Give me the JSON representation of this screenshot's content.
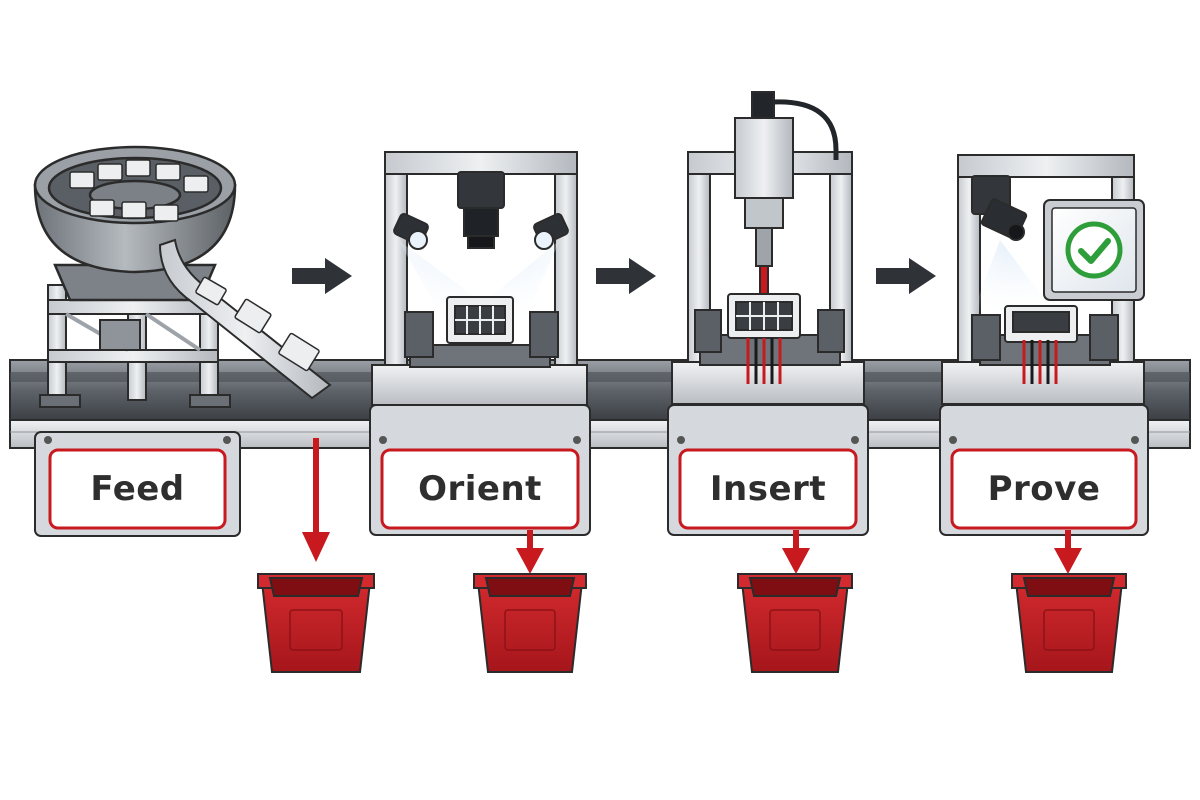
{
  "stations": [
    {
      "id": "feed",
      "label": "Feed"
    },
    {
      "id": "orient",
      "label": "Orient"
    },
    {
      "id": "insert",
      "label": "Insert"
    },
    {
      "id": "prove",
      "label": "Prove"
    }
  ],
  "flow_arrows": 3,
  "reject_bins": 4,
  "colors": {
    "accent_red": "#c8191f",
    "bin_red": "#c21f24",
    "frame_grey": "#d2d5d9",
    "outline": "#2b2b2b",
    "check_green": "#2e9e3a",
    "arrow_dark": "#2f3338"
  },
  "icons": [
    "vibratory-bowl-icon",
    "camera-icon",
    "spotlight-icon",
    "press-cylinder-icon",
    "monitor-check-icon",
    "reject-bin-icon",
    "down-arrow-icon",
    "right-arrow-icon"
  ]
}
